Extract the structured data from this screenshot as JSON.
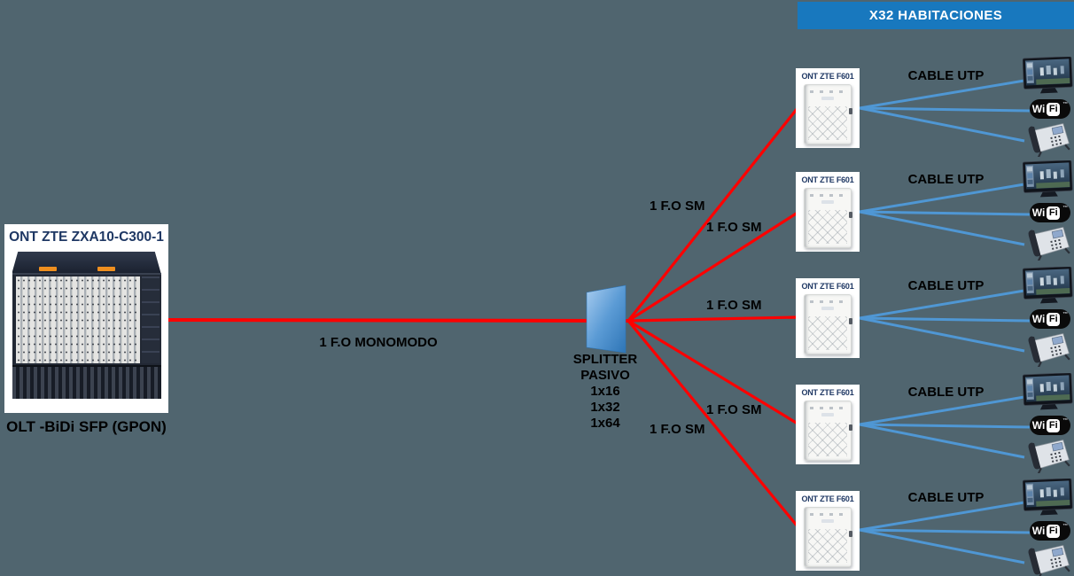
{
  "colors": {
    "bg": "#50656f",
    "fiber": "#fe0000",
    "utp": "#4f97d4",
    "banner-bg": "#1878be",
    "banner-fg": "#ffffff",
    "navy": "#1f3864",
    "label": "#000000"
  },
  "banner": {
    "label": "X32 HABITACIONES"
  },
  "olt": {
    "title": "ONT ZTE ZXA10-C300-1",
    "caption": "OLT -BiDi SFP (GPON)"
  },
  "splitter": {
    "lines": [
      "SPLITTER",
      "PASIVO",
      "1x16",
      "1x32",
      "1x64"
    ]
  },
  "links": {
    "trunk_label": "1 F.O MONOMODO",
    "branch_label": "1 F.O SM",
    "utp_label": "CABLE UTP"
  },
  "onts": [
    {
      "title": "ONT ZTE F601"
    },
    {
      "title": "ONT ZTE F601"
    },
    {
      "title": "ONT ZTE F601"
    },
    {
      "title": "ONT ZTE F601"
    },
    {
      "title": "ONT ZTE F601"
    }
  ],
  "wifi_logo": {
    "wi": "Wi",
    "fi": "Fi",
    "tm": "™"
  }
}
